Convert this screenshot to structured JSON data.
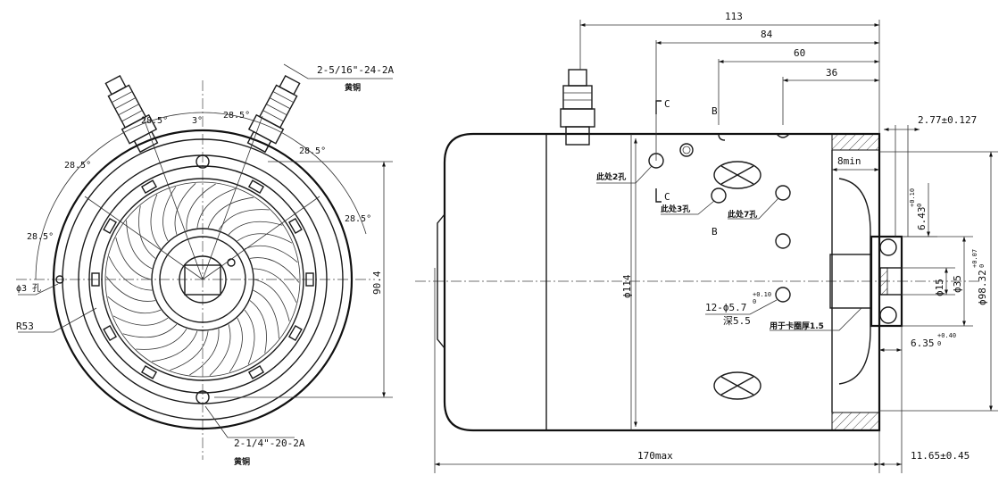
{
  "front_view": {
    "terminal_top": {
      "spec": "2-5/16\"-24-2A",
      "note": "黄铜"
    },
    "terminal_bottom": {
      "spec": "2-1/4\"-20-2A",
      "note": "黄铜"
    },
    "angles": [
      "28.5°",
      "28.5°",
      "28.5°",
      "28.5°",
      "28.5°",
      "28.5°"
    ],
    "small_angle": "3°",
    "hole": "ϕ3 孔",
    "radius": "R53",
    "height": "90.4"
  },
  "side_view": {
    "dim_113": "113",
    "dim_84": "84",
    "dim_60": "60",
    "dim_36": "36",
    "label_c1": "C",
    "label_c2": "C",
    "label_b1": "B",
    "label_b2": "B",
    "hole_2": "此处2孔",
    "hole_3": "此处3孔",
    "hole_7": "此处7孔",
    "holes_spec": "12-ϕ5.7",
    "holes_tol": "+0.10",
    "holes_tol_low": "0",
    "depth": "深5.5",
    "circlip": "用于卡圈厚1.5",
    "diam_114": "ϕ114",
    "length": "170max",
    "dim_277": "2.77±0.127",
    "dim_8min": "8min",
    "dim_643": "6.43",
    "dim_643_tol": "+0.10",
    "dim_643_tol_low": "0",
    "dim_15": "ϕ15",
    "dim_35": "ϕ35",
    "dim_9832": "ϕ98.32",
    "dim_9832_tol": "+0.07",
    "dim_9832_tol_low": "0",
    "dim_635": "6.35",
    "dim_635_tol": "+0.40",
    "dim_635_tol_low": "0",
    "dim_1165": "11.65±0.45"
  }
}
